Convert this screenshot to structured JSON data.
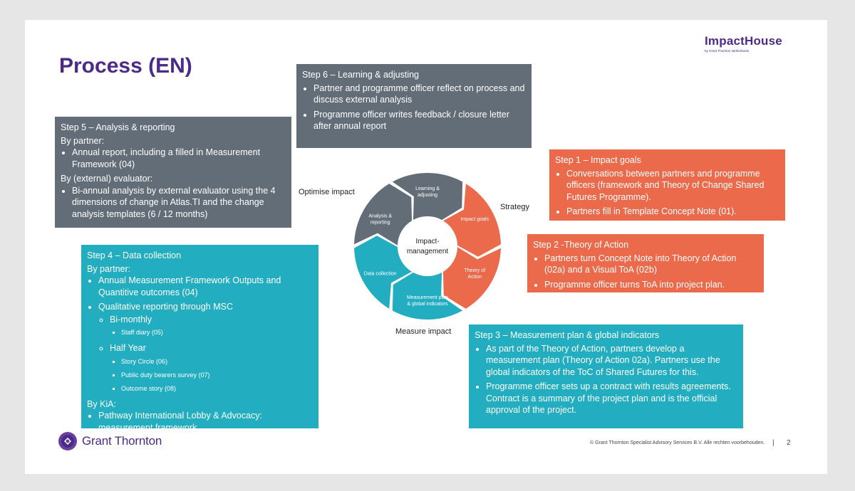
{
  "slide": {
    "title": "Process (EN)",
    "logo": {
      "name": "ImpactHouse",
      "tagline": "by Grant Thornton Netherlands"
    },
    "footer": {
      "brand": "Grant Thornton",
      "copyright": "© Grant Thornton Specialist Advisory Services B.V. Alle rechten voorbehouden.",
      "separator": "|",
      "page_number": "2"
    }
  },
  "colors": {
    "grey": "#636d78",
    "orange": "#ec6a4c",
    "teal": "#23adc1",
    "purple": "#4b2a88"
  },
  "cycle": {
    "center": [
      "Impact-",
      "management"
    ],
    "labels": {
      "optimise": "Optimise impact",
      "strategy": "Strategy",
      "measure": "Measure impact"
    },
    "segments": {
      "learning": [
        "Learning &",
        "adjusting"
      ],
      "impact_goals": [
        "Impact goals"
      ],
      "theory": [
        "Theory of",
        "Action"
      ],
      "measurement": [
        "Measurement plan",
        "& global indicators"
      ],
      "data": [
        "Data collection"
      ],
      "analysis": [
        "Analysis &",
        "reporting"
      ]
    }
  },
  "step6": {
    "heading": "Step 6 – Learning & adjusting",
    "bullets": [
      "Partner and programme officer reflect on process and discuss external analysis",
      "Programme officer writes feedback / closure letter after annual report"
    ]
  },
  "step5": {
    "heading": "Step 5 – Analysis & reporting",
    "sub1": "By partner:",
    "bullets1": [
      "Annual report, including a filled in Measurement Framework (04)"
    ],
    "sub2": "By (external) evaluator:",
    "bullets2": [
      "Bi-annual analysis by external evaluator using the 4 dimensions of change in Atlas.TI and the change analysis templates (6 / 12 months)"
    ]
  },
  "step1": {
    "heading": "Step 1 – Impact goals",
    "bullets": [
      "Conversations between partners and programme officers (framework and Theory of Change Shared Futures Programme).",
      "Partners fill in Template Concept Note (01)."
    ]
  },
  "step2": {
    "heading": "Step 2 -Theory of Action",
    "bullets": [
      "Partners turn Concept Note into Theory of Action (02a) and a Visual ToA (02b)",
      "Programme officer turns ToA into project plan."
    ]
  },
  "step3": {
    "heading": "Step 3 – Measurement plan & global indicators",
    "bullets": [
      "As part of the Theory of Action, partners develop a measurement plan (Theory of Action 02a). Partners use the global indicators of the ToC of Shared Futures for this.",
      "Programme officer sets up a contract with results agreements. Contract is a summary of the project plan and is the official approval of the project."
    ]
  },
  "step4": {
    "heading": "Step 4 – Data collection",
    "sub1": "By partner:",
    "b1": "Annual Measurement Framework Outputs and Quantitive outcomes (04)",
    "b2": "Qualitative reporting through MSC",
    "bimonthly": "Bi-monthly",
    "staff_diary": "Staff diary (05)",
    "half_year": "Half Year",
    "story_circle": "Story Circle (06)",
    "public_duty": "Public duty bearers survey (07)",
    "outcome_story": "Outcome story (08)",
    "sub2": "By KiA:",
    "b3": "Pathway International Lobby & Advocacy: measurement framework"
  }
}
